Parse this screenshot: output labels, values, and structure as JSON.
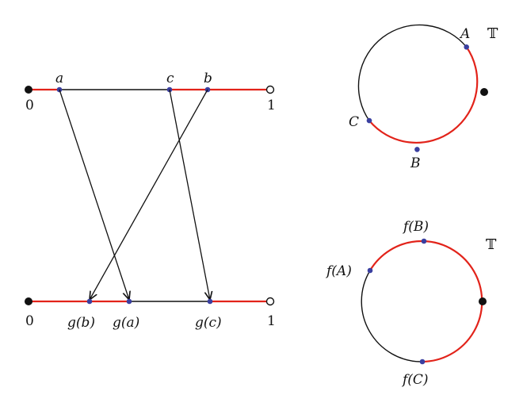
{
  "colors": {
    "red": "#e2231a",
    "black": "#111111",
    "blue": "#3a3fa0",
    "white": "#ffffff"
  },
  "interval_diagram": {
    "top": {
      "left_end_label": "0",
      "right_end_label": "1",
      "point_a": "a",
      "point_c": "c",
      "point_b": "b"
    },
    "bottom": {
      "left_end_label": "0",
      "right_end_label": "1",
      "point_gb": "g(b)",
      "point_ga": "g(a)",
      "point_gc": "g(c)"
    }
  },
  "circle_top": {
    "set_symbol": "𝕋",
    "point_A": "A",
    "point_B": "B",
    "point_C": "C"
  },
  "circle_bottom": {
    "set_symbol": "𝕋",
    "point_fA": "f(A)",
    "point_fB": "f(B)",
    "point_fC": "f(C)"
  }
}
